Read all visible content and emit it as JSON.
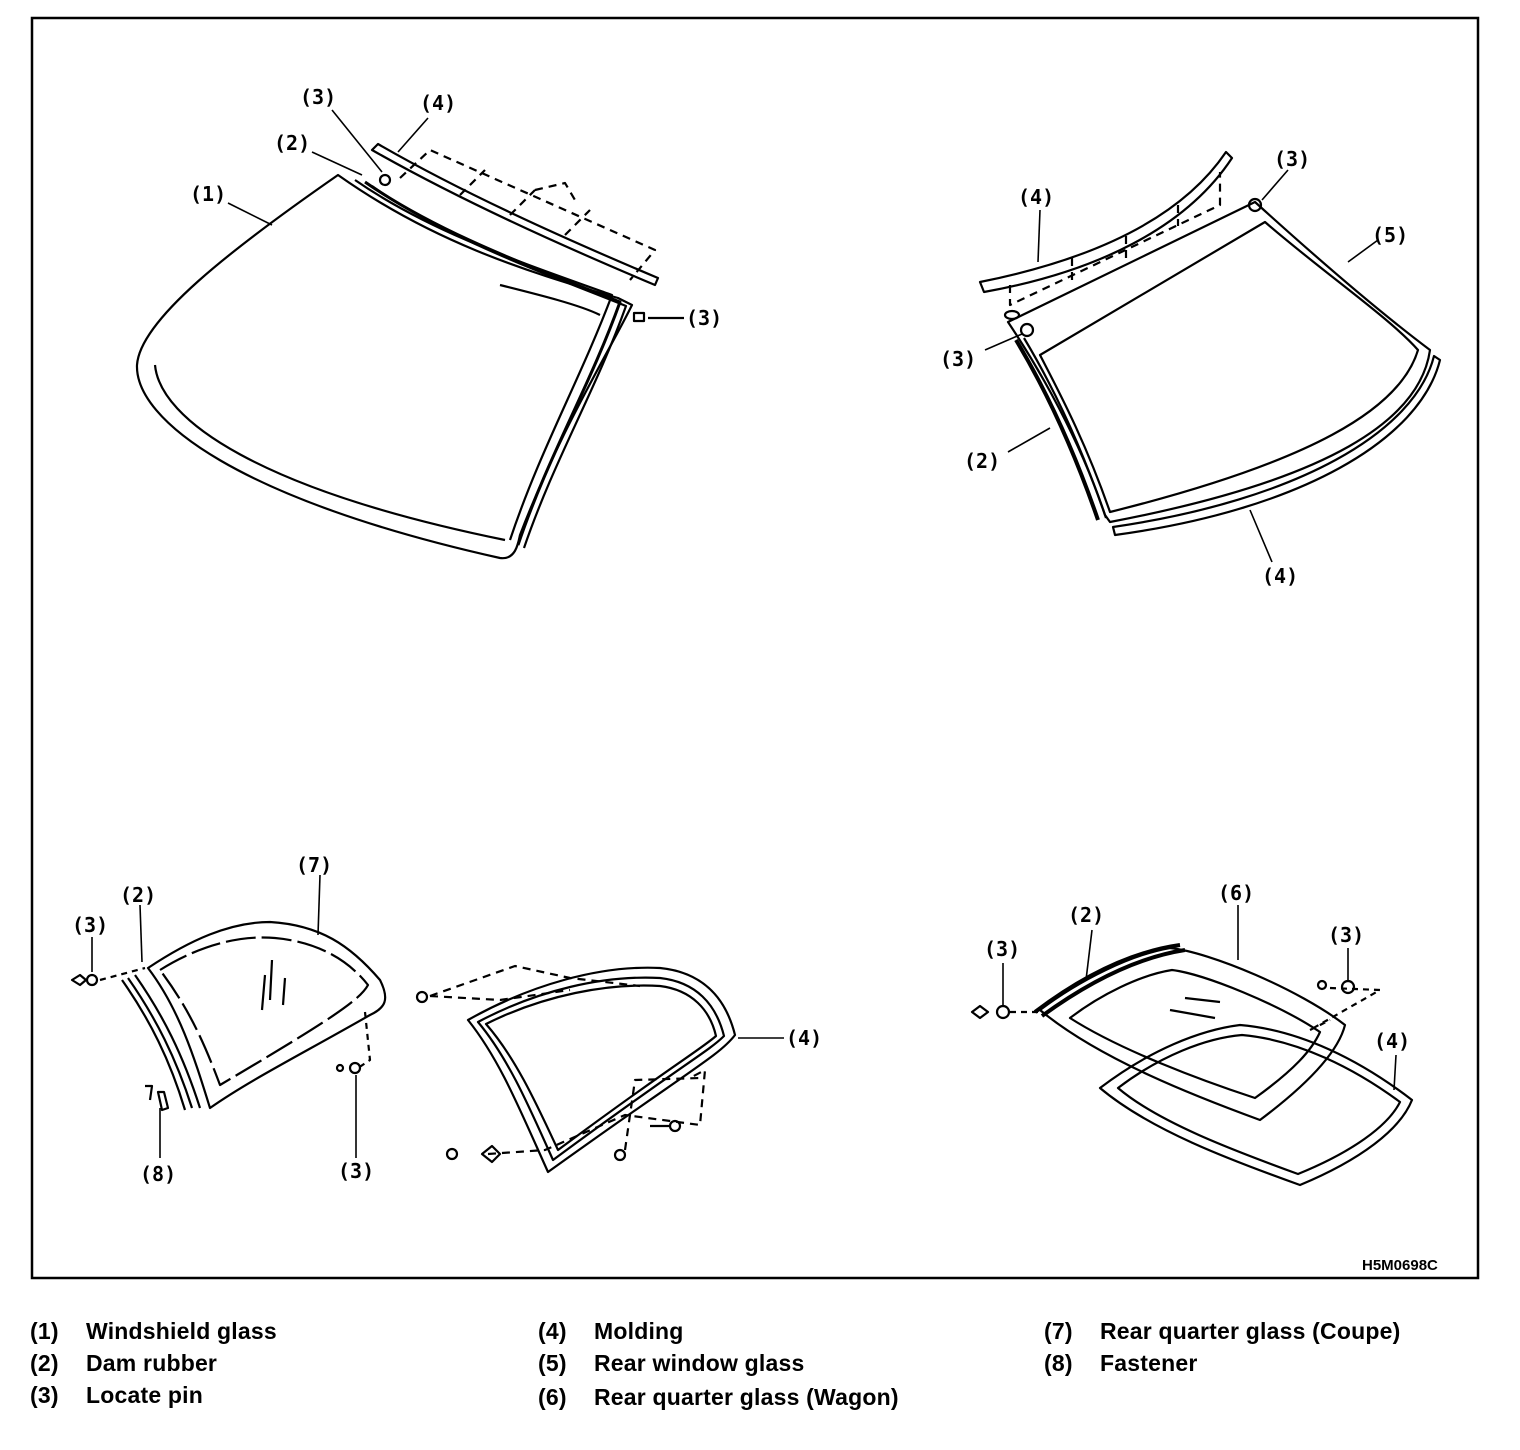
{
  "diagram": {
    "drawing_code": "H5M0698C",
    "callouts": {
      "windshield": [
        "(1)",
        "(2)",
        "(3)",
        "(4)",
        "(3)"
      ],
      "rear_window": [
        "(4)",
        "(3)",
        "(5)",
        "(3)",
        "(2)",
        "(4)"
      ],
      "coupe_quarter": [
        "(7)",
        "(2)",
        "(3)",
        "(8)",
        "(3)",
        "(4)"
      ],
      "wagon_quarter": [
        "(6)",
        "(2)",
        "(3)",
        "(3)",
        "(4)"
      ]
    }
  },
  "legend": [
    {
      "num": "(1)",
      "text": "Windshield glass"
    },
    {
      "num": "(2)",
      "text": "Dam rubber"
    },
    {
      "num": "(3)",
      "text": "Locate pin"
    },
    {
      "num": "(4)",
      "text": "Molding"
    },
    {
      "num": "(5)",
      "text": "Rear window glass"
    },
    {
      "num": "(6)",
      "text": "Rear quarter glass (Wagon)"
    },
    {
      "num": "(7)",
      "text": "Rear quarter glass (Coupe)"
    },
    {
      "num": "(8)",
      "text": "Fastener"
    }
  ]
}
